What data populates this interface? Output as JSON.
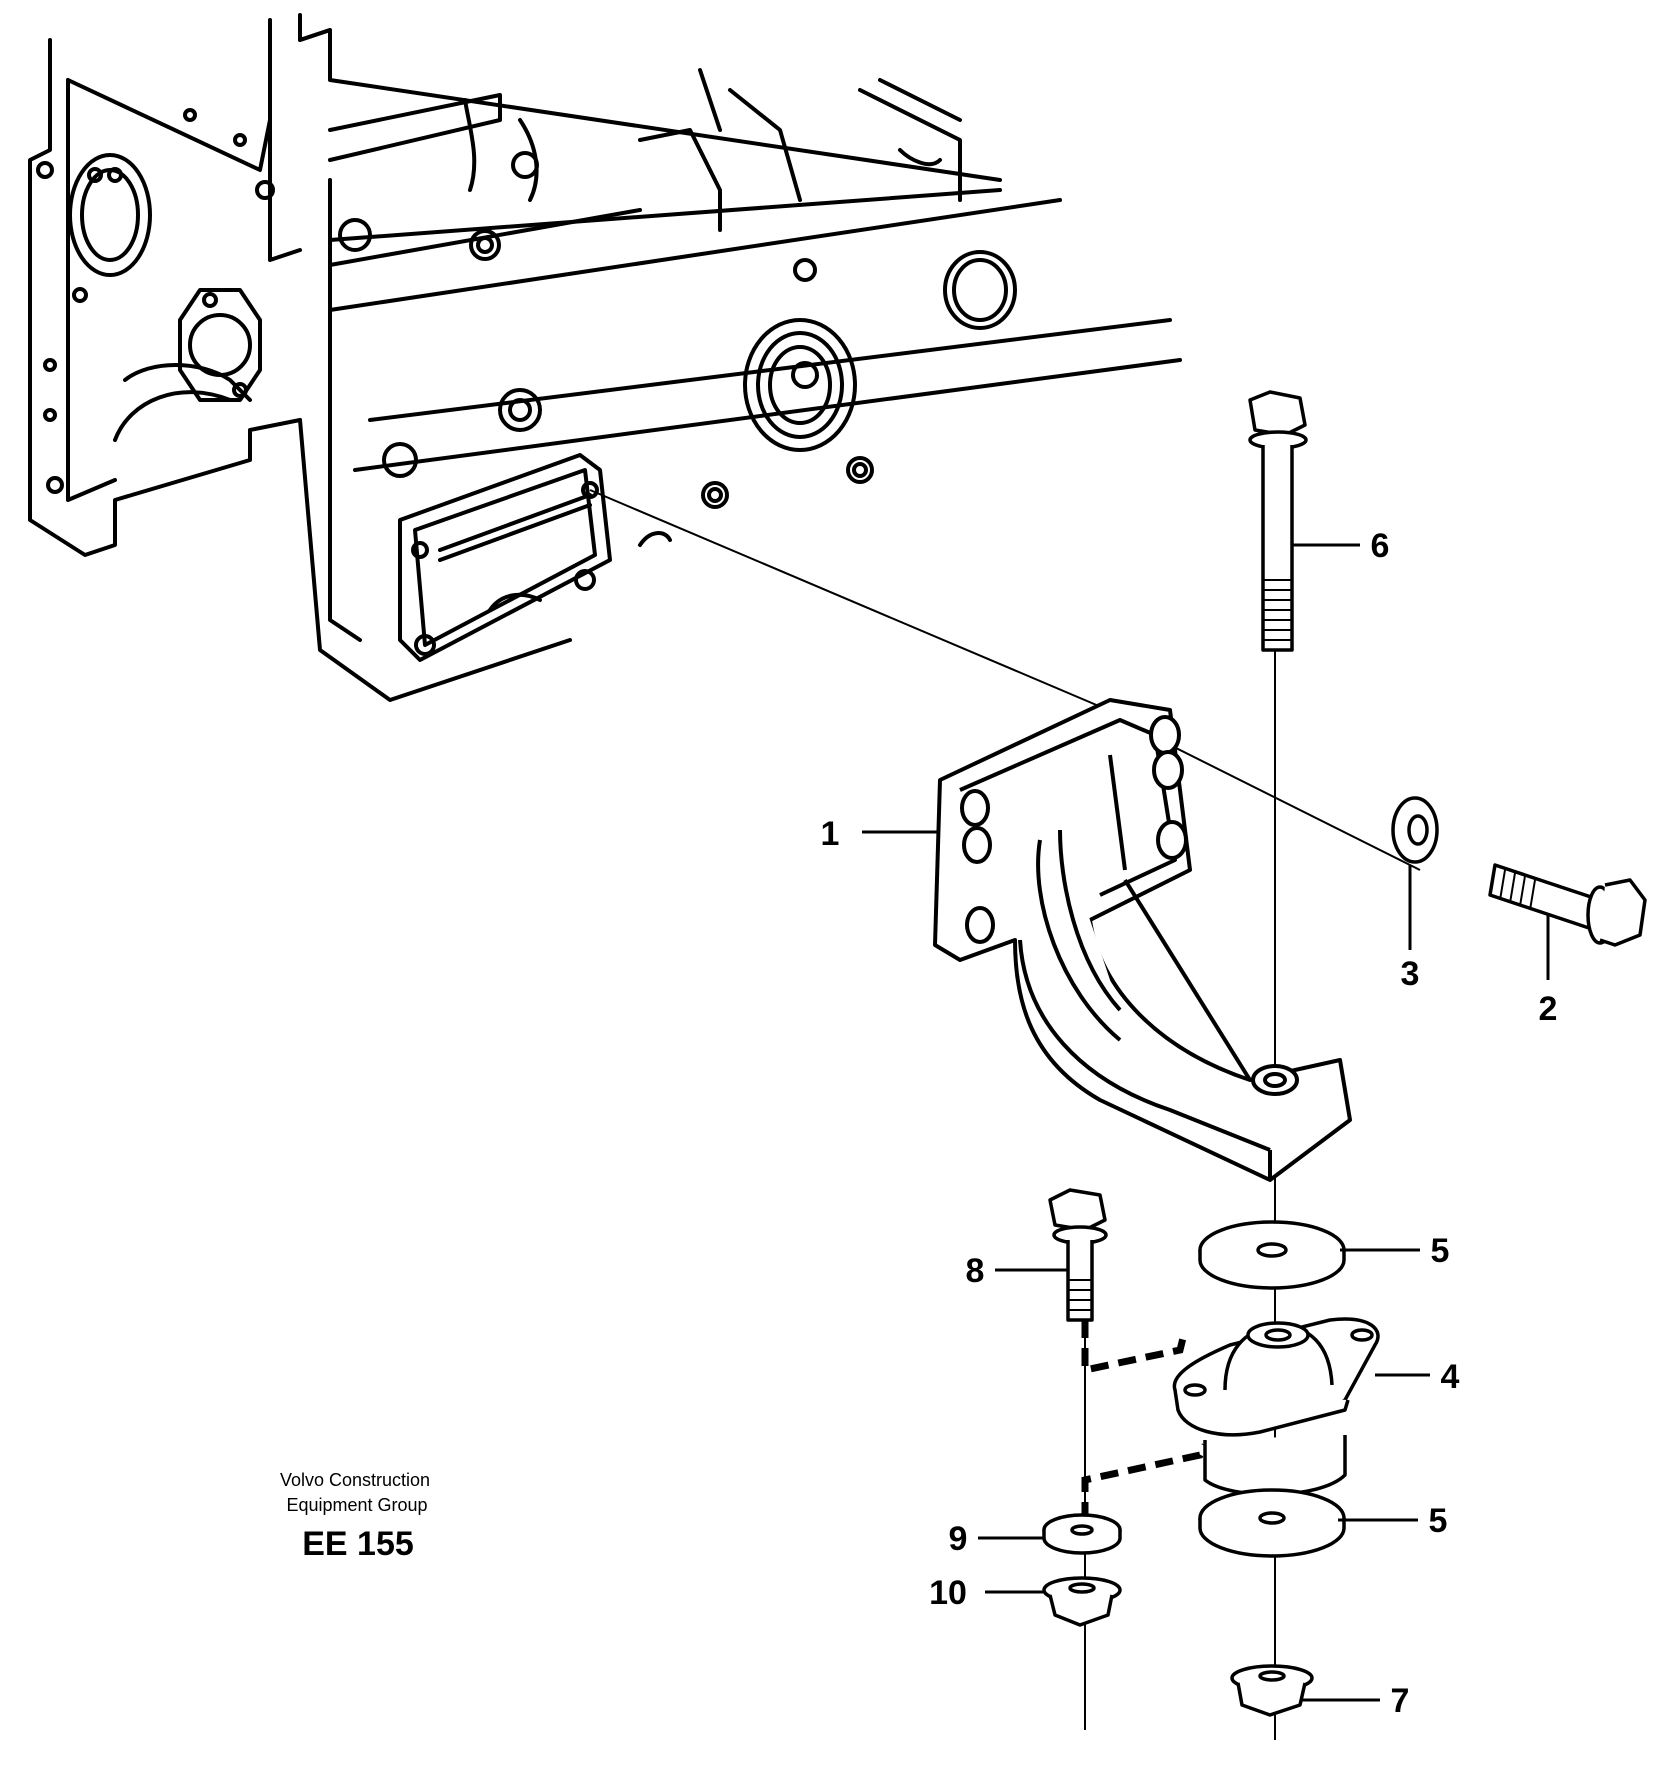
{
  "callouts": {
    "c1": "1",
    "c2": "2",
    "c3": "3",
    "c4": "4",
    "c5a": "5",
    "c5b": "5",
    "c6": "6",
    "c7": "7",
    "c8": "8",
    "c9": "9",
    "c10": "10"
  },
  "credit": {
    "line1": "Volvo Construction",
    "line2": "Equipment Group",
    "code": "EE 155"
  },
  "colors": {
    "line": "#000000",
    "background": "#ffffff"
  }
}
